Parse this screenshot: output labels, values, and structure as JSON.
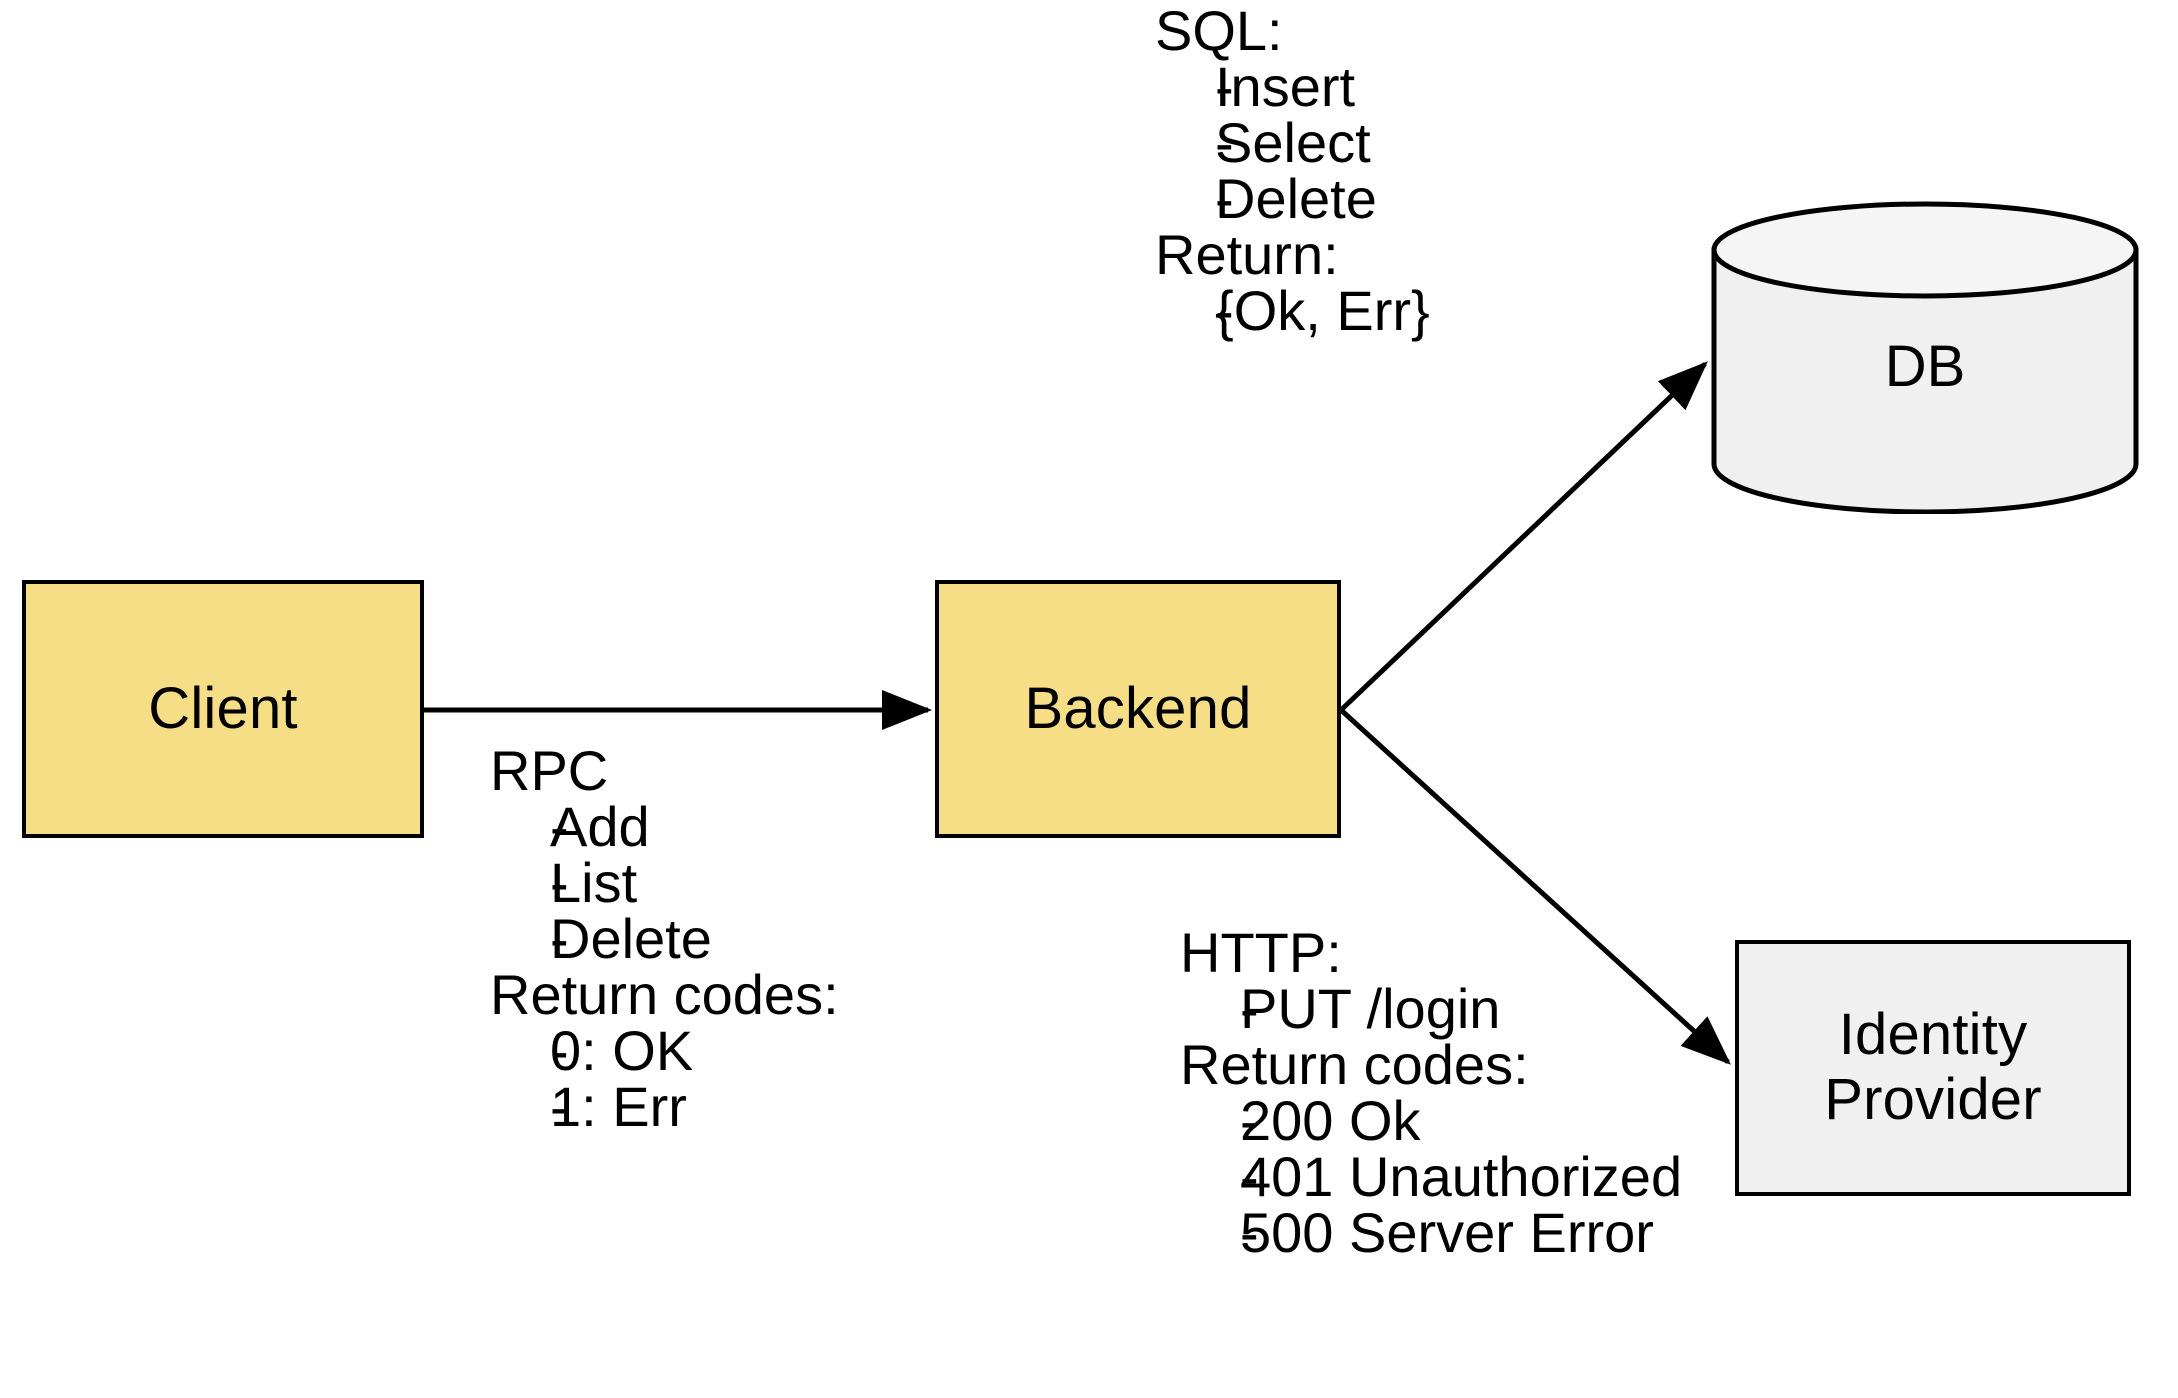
{
  "diagram": {
    "title": "Client / Backend / DB / Identity Provider architecture",
    "colors": {
      "service_fill": "#F5DE86",
      "store_fill": "#F0F0F0",
      "stroke": "#000000",
      "background": "#FFFFFF"
    }
  },
  "nodes": {
    "client": {
      "label": "Client",
      "shape": "rectangle",
      "fill": "#F5DE86"
    },
    "backend": {
      "label": "Backend",
      "shape": "rectangle",
      "fill": "#F5DE86"
    },
    "db": {
      "label": "DB",
      "shape": "cylinder",
      "fill": "#F0F0F0"
    },
    "identity_provider": {
      "label": "Identity\nProvider",
      "shape": "rectangle",
      "fill": "#F0F0F0"
    }
  },
  "annotations": {
    "rpc": {
      "heading": "RPC",
      "items": [
        {
          "dash": "-",
          "text": "Add"
        },
        {
          "dash": "-",
          "text": "List"
        },
        {
          "dash": "-",
          "text": "Delete"
        }
      ],
      "subheading": "Return codes:",
      "returns": [
        {
          "dash": "-",
          "text": "0: OK"
        },
        {
          "dash": "-",
          "text": "1: Err"
        }
      ]
    },
    "sql": {
      "heading": "SQL:",
      "items": [
        {
          "dash": "-",
          "text": "Insert"
        },
        {
          "dash": "-",
          "text": "Select"
        },
        {
          "dash": "-",
          "text": "Delete"
        }
      ],
      "subheading": "Return:",
      "returns": [
        {
          "dash": "-",
          "text": "{Ok, Err}"
        }
      ]
    },
    "http": {
      "heading": "HTTP:",
      "items": [
        {
          "dash": "-",
          "text": "PUT /login"
        }
      ],
      "subheading": "Return codes:",
      "returns": [
        {
          "dash": "-",
          "text": "200 Ok"
        },
        {
          "dash": "-",
          "text": "401 Unauthorized"
        },
        {
          "dash": "-",
          "text": "500 Server Error"
        }
      ]
    }
  },
  "edges": [
    {
      "name": "client-to-backend",
      "from": "client",
      "to": "backend",
      "protocol": "RPC"
    },
    {
      "name": "backend-to-db",
      "from": "backend",
      "to": "db",
      "protocol": "SQL"
    },
    {
      "name": "backend-to-identity-provider",
      "from": "backend",
      "to": "identity_provider",
      "protocol": "HTTP"
    }
  ]
}
